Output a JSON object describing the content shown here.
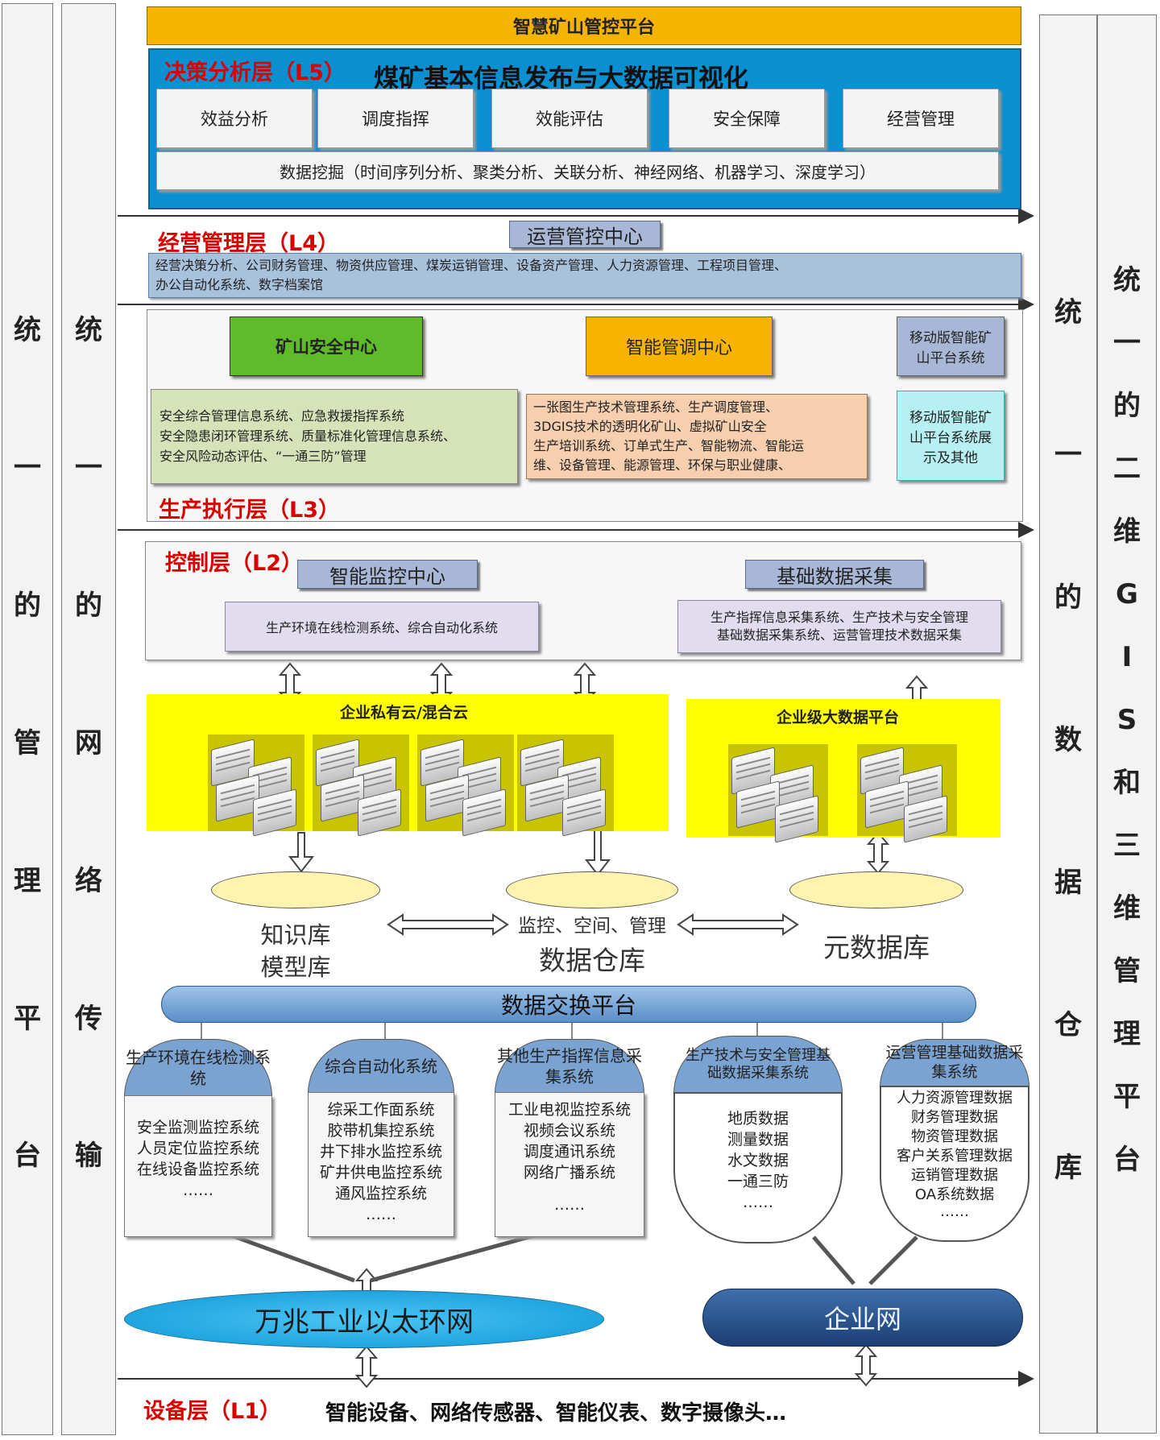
{
  "left_columns": {
    "management": [
      "统",
      "一",
      "的",
      "管",
      "理",
      "平",
      "台"
    ],
    "network": [
      "统",
      "一",
      "的",
      "网",
      "络",
      "传",
      "输"
    ]
  },
  "right_columns": {
    "data_warehouse": [
      "统",
      "一",
      "的",
      "数",
      "据",
      "仓",
      "库"
    ],
    "gis": [
      "统",
      "一",
      "的",
      "二",
      "维",
      "G",
      "I",
      "S",
      "和",
      "三",
      "维",
      "管",
      "理",
      "平",
      "台"
    ]
  },
  "top_banner": "智慧矿山管控平台",
  "l5": {
    "label": "决策分析层（L5）",
    "headline": "煤矿基本信息发布与大数据可视化",
    "items": [
      "效益分析",
      "调度指挥",
      "效能评估",
      "安全保障",
      "经营管理"
    ],
    "mining": "数据挖掘（时间序列分析、聚类分析、关联分析、神经网络、机器学习、深度学习）"
  },
  "l4": {
    "label": "经营管理层（L4）",
    "center": "运营管控中心",
    "line1": "经营决策分析、公司财务管理、物资供应管理、煤炭运销管理、设备资产管理、人力资源管理、工程项目管理、",
    "line2": "办公自动化系统、数字档案馆"
  },
  "l3": {
    "label": "生产执行层（L3）",
    "safety_center": "矿山安全中心",
    "dispatch_center": "智能管调中心",
    "mobile_title": "移动版智能矿山平台系统",
    "safety_lines": [
      "安全综合管理信息系统、应急救援指挥系统",
      "安全隐患闭环管理系统、质量标准化管理信息系统、",
      "安全风险动态评估、“一通三防”管理"
    ],
    "dispatch_lines": [
      "一张图生产技术管理系统、生产调度管理、",
      "3DGIS技术的透明化矿山、虚拟矿山安全",
      "生产培训系统、订单式生产、智能物流、智能运",
      "维、设备管理、能源管理、环保与职业健康、"
    ],
    "mobile_detail": "移动版智能矿山平台系统展示及其他"
  },
  "l2": {
    "label": "控制层（L2）",
    "monitor_center": "智能监控中心",
    "base_collect": "基础数据采集",
    "monitor_text": "生产环境在线检测系统、综合自动化系统",
    "collect_lines": [
      "生产指挥信息采集系统、生产技术与安全管理",
      "基础数据采集系统、运营管理技术数据采集"
    ]
  },
  "cloud": {
    "private": "企业私有云/混合云",
    "bigdata": "企业级大数据平台"
  },
  "databases": {
    "knowledge": [
      "知识库",
      "模型库"
    ],
    "warehouse_top": "监控、空间、管理",
    "warehouse": "数据仓库",
    "meta": "元数据库"
  },
  "exchange": "数据交换平台",
  "subsystems": [
    {
      "title": "生产环境在线检测系统",
      "items": [
        "安全监测监控系统",
        "人员定位监控系统",
        "在线设备监控系统",
        "……"
      ]
    },
    {
      "title": "综合自动化系统",
      "items": [
        "综采工作面系统",
        "胶带机集控系统",
        "井下排水监控系统",
        "矿井供电监控系统",
        "通风监控系统",
        "……"
      ]
    },
    {
      "title": "其他生产指挥信息采集系统",
      "items": [
        "工业电视监控系统",
        "视频会议系统",
        "调度通讯系统",
        "网络广播系统",
        "……"
      ]
    },
    {
      "title": "生产技术与安全管理基础数据采集系统",
      "items": [
        "地质数据",
        "测量数据",
        "水文数据",
        "一通三防",
        "……"
      ]
    },
    {
      "title": "运营管理基础数据采集系统",
      "items": [
        "人力资源管理数据",
        "财务管理数据",
        "物资管理数据",
        "客户关系管理数据",
        "运销管理数据",
        "OA系统数据",
        "……"
      ]
    }
  ],
  "networks": {
    "ethernet": "万兆工业以太环网",
    "enterprise": "企业网"
  },
  "l1": {
    "label": "设备层（L1）",
    "devices": "智能设备、网络传感器、智能仪表、数字摄像头…"
  },
  "colors": {
    "banner": "#f5b400",
    "l5_bg": "#0a8fd0",
    "safety": "#5fbb2a",
    "dispatch": "#f6b400",
    "cloud": "#ffff00",
    "db_top": "#fff3b0",
    "exchange": "#6e9fd2",
    "ethernet": "#12a6e6",
    "enterprise": "#234f8a"
  }
}
